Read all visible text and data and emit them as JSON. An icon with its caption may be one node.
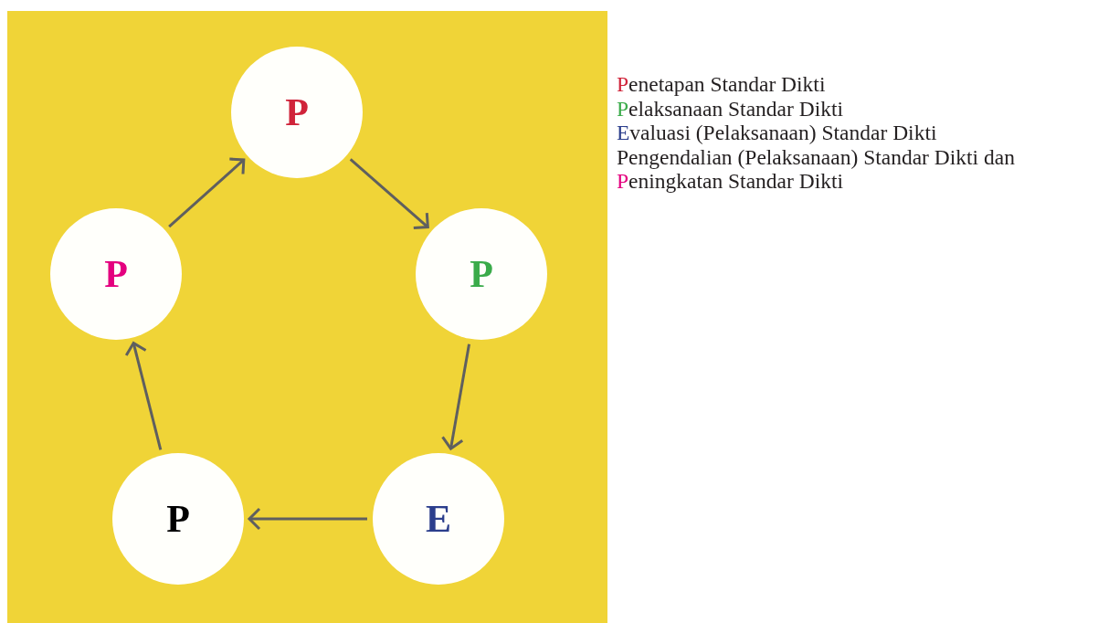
{
  "diagram": {
    "nodes": [
      {
        "text": [
          "P"
        ]
      },
      {
        "text": [
          "P"
        ]
      },
      {
        "text": [
          "E"
        ]
      },
      {
        "text": [
          "P"
        ]
      },
      {
        "text": [
          "P"
        ]
      }
    ],
    "edges": [
      {
        "from": 0,
        "to": 1,
        "arrow": "to"
      },
      {
        "from": 1,
        "to": 2,
        "arrow": "to"
      },
      {
        "from": 2,
        "to": 3,
        "arrow": "to"
      },
      {
        "from": 3,
        "to": 4,
        "arrow": "to"
      },
      {
        "from": 4,
        "to": 0,
        "arrow": "to"
      }
    ],
    "labels": [
      "Penetapan Standar Dikti",
      "Pelaksanaan Standar Dikti",
      "Evaluasi (Pelaksanaan) Standar Dikti",
      "Pengendalian (Pelaksanaan) Standar Dikti dan",
      "Peningkatan Standar Dikti"
    ]
  }
}
